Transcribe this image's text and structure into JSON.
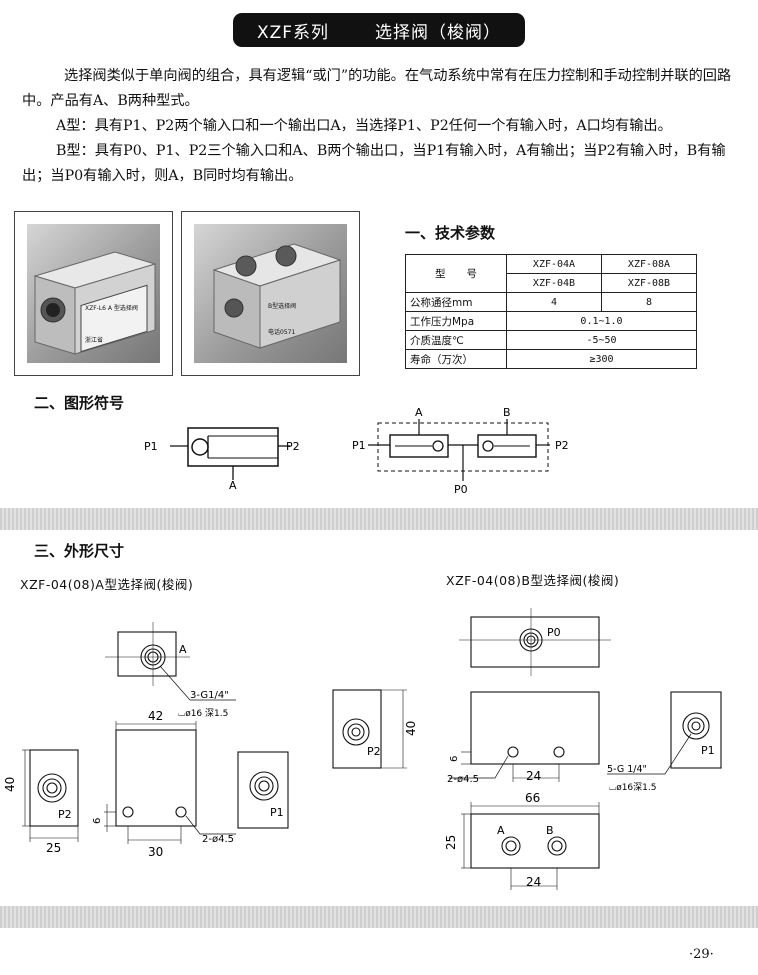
{
  "header": {
    "series": "XZF系列",
    "title": "选择阀（梭阀）"
  },
  "intro": {
    "p1": "选择阀类似于单向阀的组合，具有逻辑“或门”的功能。在气动系统中常有在压力控制和手动控制并联的回路中。产品有A、B两种型式。",
    "p2": "A型：具有P1、P2两个输入口和一个输出口A，当选择P1、P2任何一个有输入时，A口均有输出。",
    "p3": "B型：具有P0、P1、P2三个输入口和A、B两个输出口，当P1有输入时，A有输出；当P2有输入时，B有输出；当P0有输入时，则A，B同时均有输出。"
  },
  "photo_a": {
    "l1": "XZF-L6 A 型选择阀",
    "l2": "浙江省"
  },
  "photo_b": {
    "l1": "B型选择阀",
    "l2": "电话0571"
  },
  "tech": {
    "title": "一、技术参数",
    "model_label": "型　　号",
    "models_a": [
      "XZF-04A",
      "XZF-08A"
    ],
    "models_b": [
      "XZF-04B",
      "XZF-08B"
    ],
    "rows": [
      {
        "label": "公称通径mm",
        "v1": "4",
        "v2": "8"
      },
      {
        "label": "工作压力Mpa",
        "v": "0.1~1.0"
      },
      {
        "label": "介质温度℃",
        "v": "-5~50"
      },
      {
        "label": "寿命（万次）",
        "v": "≥300"
      }
    ]
  },
  "symbols": {
    "title": "二、图形符号",
    "a": {
      "p1": "P1",
      "p2": "P2",
      "out": "A"
    },
    "b": {
      "p1": "P1",
      "p2": "P2",
      "p0": "P0",
      "a": "A",
      "b": "B"
    }
  },
  "dims": {
    "title": "三、外形尺寸",
    "a_title": "XZF-04(08)A型选择阀(梭阀)",
    "b_title": "XZF-04(08)B型选择阀(梭阀)",
    "a": {
      "port_a": "A",
      "thread": "3-G1/4\"",
      "counter": "⌴ø16 深1.5",
      "w42": "42",
      "h40": "40",
      "w25": "25",
      "w30": "30",
      "six": "6",
      "holes": "2-ø4.5",
      "p1": "P1",
      "p2": "P2"
    },
    "b": {
      "p0": "P0",
      "p1": "P1",
      "p2": "P2",
      "h40": "40",
      "six": "6",
      "holes": "2-ø4.5",
      "w24": "24",
      "thread": "5-G 1/4\"",
      "counter": "⌴ø16深1.5",
      "w66": "66",
      "h25": "25",
      "w24b": "24",
      "a": "A",
      "b": "B"
    }
  },
  "page_number": "·29·"
}
